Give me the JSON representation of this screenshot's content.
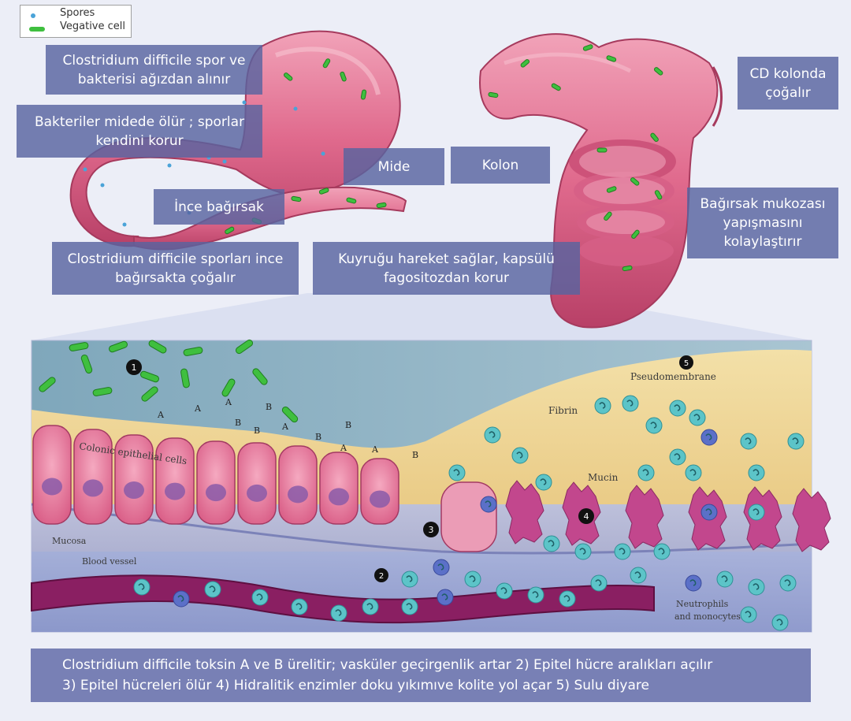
{
  "legend": {
    "spores": "Spores",
    "vegetative": "Vegative cell"
  },
  "labels": {
    "ingestion": "Clostridium difficile spor ve\nbakterisi ağızdan alınır",
    "stomach_death": "Bakteriler midede ölür ; sporlar\nkendini korur",
    "small_intestine": "İnce bağırsak",
    "spore_multiply": "Clostridium difficile sporları ince\nbağırsakta çoğalır",
    "stomach": "Mide",
    "colon": "Kolon",
    "tail": "Kuyruğu hareket sağlar, kapsülü\nfagositozdan korur",
    "colon_multiply": "CD kolonda\nçoğalır",
    "mucosa_adhesion": "Bağırsak mukozası\nyapışmasını\nkolaylaştırır"
  },
  "figure": {
    "pseudomembrane": "Pseudomembrane",
    "fibrin": "Fibrin",
    "mucin": "Mucin",
    "colonic_cells": "Colonic epithelial cells",
    "mucosa": "Mucosa",
    "blood_vessel": "Blood vessel",
    "neutrophils": "Neutrophils",
    "monocytes": "and monocytes",
    "steps": [
      "1",
      "2",
      "3",
      "4",
      "5"
    ],
    "toxins": [
      "A",
      "A",
      "B",
      "A",
      "B",
      "B",
      "A",
      "B",
      "A",
      "B",
      "A",
      "B"
    ]
  },
  "caption": {
    "line1": "Clostridium difficile toksin A ve B ürelitir; vasküler geçirgenlik artar 2) Epitel hücre aralıkları açılır",
    "line2": "3)  Epitel hücreleri ölür 4) Hidralitik enzimler doku yıkımıve kolite yol açar 5) Sulu diyare"
  },
  "colors": {
    "tissue_pink": "#e26b8f",
    "bacteria_green": "#3fbf3f",
    "spore_blue": "#4aa3d8",
    "label_bg": "#5864a0",
    "fibrin_yellow": "#efd79a",
    "lumen_blue": "#8fb3c3",
    "vessel_purple": "#8a1f62",
    "neutrophil_teal": "#5cc4c8"
  }
}
